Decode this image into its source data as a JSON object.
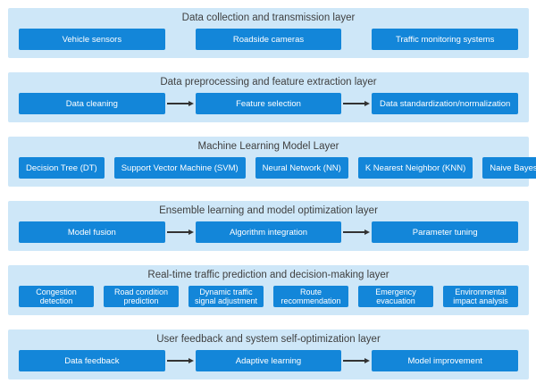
{
  "colors": {
    "page_bg": "#ffffff",
    "band_bg": "#cee7f8",
    "node_bg": "#1386d9",
    "node_text": "#ffffff",
    "title_text": "#3f3f3f",
    "arrow": "#333333"
  },
  "layers": [
    {
      "title": "Data collection and transmission layer",
      "has_arrows": false,
      "boxes": [
        "Vehicle sensors",
        "Roadside cameras",
        "Traffic monitoring systems"
      ]
    },
    {
      "title": "Data preprocessing and feature extraction layer",
      "has_arrows": true,
      "boxes": [
        "Data cleaning",
        "Feature selection",
        "Data standardization/normalization"
      ]
    },
    {
      "title": "Machine Learning Model Layer",
      "has_arrows": false,
      "boxes": [
        "Decision Tree (DT)",
        "Support Vector Machine (SVM)",
        "Neural Network (NN)",
        "K Nearest Neighbor (KNN)",
        "Naive Bayes (NB)"
      ]
    },
    {
      "title": "Ensemble learning and model optimization layer",
      "has_arrows": true,
      "boxes": [
        "Model fusion",
        "Algorithm integration",
        "Parameter tuning"
      ]
    },
    {
      "title": "Real-time traffic prediction and decision-making layer",
      "has_arrows": false,
      "boxes": [
        "Congestion detection",
        "Road condition prediction",
        "Dynamic traffic signal adjustment",
        "Route recommendation",
        "Emergency evacuation",
        "Environmental impact analysis"
      ]
    },
    {
      "title": "User feedback and system self-optimization layer",
      "has_arrows": true,
      "boxes": [
        "Data feedback",
        "Adaptive learning",
        "Model improvement"
      ]
    }
  ]
}
